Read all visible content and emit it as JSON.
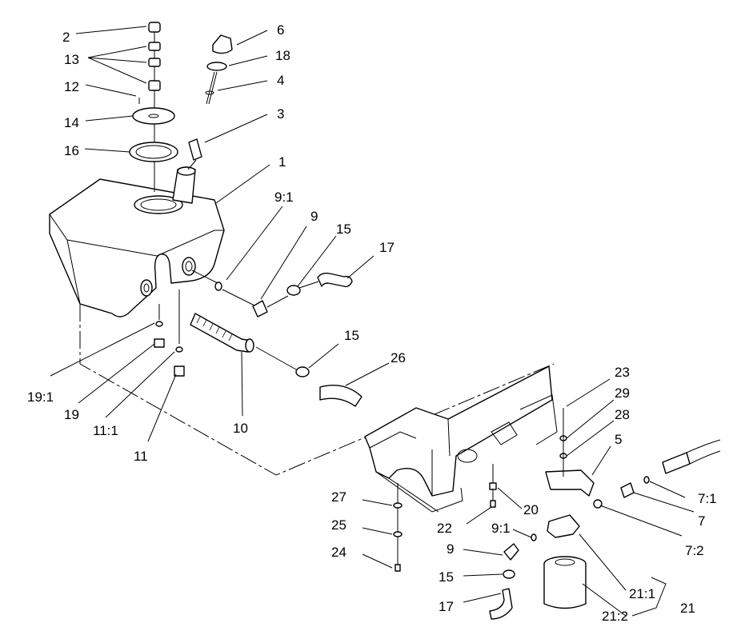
{
  "callouts": {
    "c2": "2",
    "c13": "13",
    "c12": "12",
    "c14": "14",
    "c16": "16",
    "c6": "6",
    "c18": "18",
    "c4": "4",
    "c3": "3",
    "c1": "1",
    "c9_1_top": "9:1",
    "c9_top": "9",
    "c15_top": "15",
    "c17_top": "17",
    "c15_mid": "15",
    "c26": "26",
    "c10": "10",
    "c19_1": "19:1",
    "c19": "19",
    "c11_1": "11:1",
    "c11": "11",
    "c23": "23",
    "c29": "29",
    "c28": "28",
    "c5": "5",
    "c7_1": "7:1",
    "c7": "7",
    "c7_2": "7:2",
    "c27": "27",
    "c25": "25",
    "c24": "24",
    "c20": "20",
    "c22": "22",
    "c9_1_bot": "9:1",
    "c9_bot": "9",
    "c15_bot": "15",
    "c17_bot": "17",
    "c21_1": "21:1",
    "c21_2": "21:2",
    "c21": "21"
  }
}
